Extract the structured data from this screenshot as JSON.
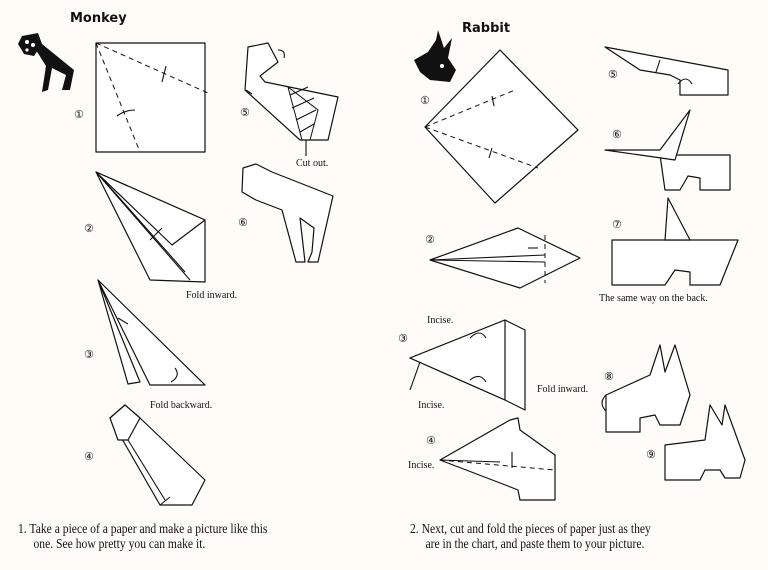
{
  "monkey": {
    "title": "Monkey",
    "steps": [
      "①",
      "②",
      "③",
      "④",
      "⑤",
      "⑥"
    ],
    "labels": {
      "fold_inward": "Fold inward.",
      "fold_backward": "Fold backward.",
      "cut_out": "Cut out."
    }
  },
  "rabbit": {
    "title": "Rabbit",
    "steps": [
      "①",
      "②",
      "③",
      "④",
      "⑤",
      "⑥",
      "⑦",
      "⑧",
      "⑨"
    ],
    "labels": {
      "incise": "Incise.",
      "same_way": "The same way on the back.",
      "fold_inward": "Fold inward."
    }
  },
  "instructions": [
    {
      "number": "1.",
      "line1": "Take a piece of a paper and make a picture like this",
      "line2": "one.  See how pretty you can make it."
    },
    {
      "number": "2.",
      "line1": "Next,  cut  and fold the pieces of paper  just as they",
      "line2": "are in the chart,  and paste them to your picture."
    }
  ]
}
